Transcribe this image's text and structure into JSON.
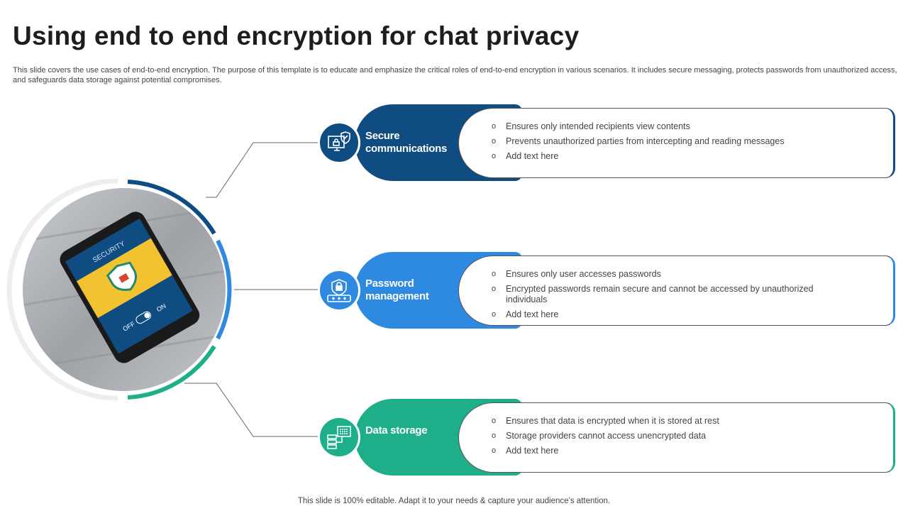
{
  "title": "Using end to end encryption for chat privacy",
  "description": "This slide covers the use cases of end-to-end encryption. The purpose of this template is to educate and emphasize the critical roles of end-to-end encryption in various scenarios. It includes secure messaging, protects passwords from unauthorized access, and safeguards data storage against potential compromises.",
  "image_text": {
    "screen_title": "SECURITY",
    "off": "OFF",
    "on": "ON"
  },
  "colors": {
    "dark_blue": "#0f4c81",
    "blue": "#2e8ae0",
    "green": "#1fae8a"
  },
  "items": [
    {
      "label": "Secure communications",
      "icon": "monitor-lock-shield-icon",
      "bullets": [
        "Ensures only intended recipients view contents",
        "Prevents unauthorized parties from intercepting and reading messages",
        "Add text here"
      ]
    },
    {
      "label": "Password management",
      "icon": "shield-lock-password-icon",
      "bullets": [
        "Ensures only user accesses passwords",
        "Encrypted passwords remain secure and cannot be accessed by unauthorized individuals",
        "Add text here"
      ]
    },
    {
      "label": "Data storage",
      "icon": "server-binary-icon",
      "bullets": [
        "Ensures that data is encrypted when it is stored at rest",
        "Storage providers cannot access unencrypted data",
        "Add text here"
      ]
    }
  ],
  "footer": "This slide is 100% editable. Adapt it to your needs & capture your audience’s attention."
}
